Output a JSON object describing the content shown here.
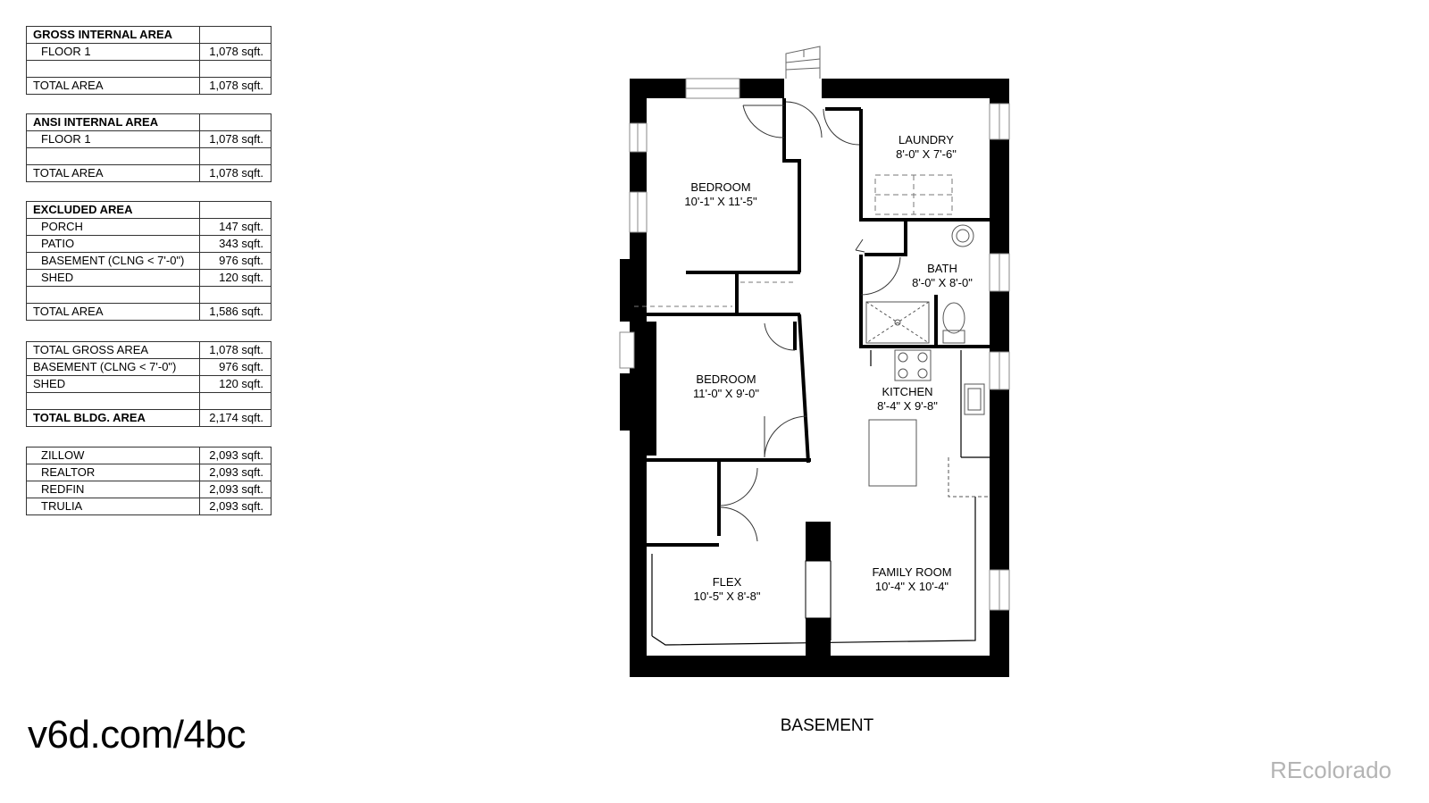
{
  "tables": {
    "gross": {
      "header": "GROSS INTERNAL AREA",
      "rows": [
        {
          "label": "FLOOR 1",
          "value": "1,078 sqft."
        },
        {
          "label": "TOTAL AREA",
          "value": "1,078 sqft."
        }
      ]
    },
    "ansi": {
      "header": "ANSI INTERNAL AREA",
      "rows": [
        {
          "label": "FLOOR 1",
          "value": "1,078 sqft."
        },
        {
          "label": "TOTAL AREA",
          "value": "1,078 sqft."
        }
      ]
    },
    "excluded": {
      "header": "EXCLUDED AREA",
      "rows": [
        {
          "label": "PORCH",
          "value": "147 sqft."
        },
        {
          "label": "PATIO",
          "value": "343 sqft."
        },
        {
          "label": "BASEMENT (CLNG < 7'-0\")",
          "value": "976 sqft."
        },
        {
          "label": "SHED",
          "value": "120  sqft."
        },
        {
          "label": "TOTAL AREA",
          "value": "1,586 sqft."
        }
      ]
    },
    "totals": {
      "rows": [
        {
          "label": "TOTAL GROSS AREA",
          "value": "1,078 sqft."
        },
        {
          "label": "BASEMENT (CLNG < 7'-0\")",
          "value": "976 sqft."
        },
        {
          "label": "SHED",
          "value": "120  sqft."
        },
        {
          "label": "TOTAL BLDG. AREA",
          "value": "2,174 sqft."
        }
      ]
    },
    "sources": {
      "rows": [
        {
          "label": "ZILLOW",
          "value": "2,093 sqft."
        },
        {
          "label": "REALTOR",
          "value": "2,093 sqft."
        },
        {
          "label": "REDFIN",
          "value": "2,093 sqft."
        },
        {
          "label": "TRULIA",
          "value": "2,093 sqft."
        }
      ]
    }
  },
  "rooms": {
    "bedroom1": {
      "name": "BEDROOM",
      "dims": "10'-1\" X 11'-5\""
    },
    "laundry": {
      "name": "LAUNDRY",
      "dims": "8'-0\" X 7'-6\""
    },
    "bath": {
      "name": "BATH",
      "dims": "8'-0\" X 8'-0\""
    },
    "bedroom2": {
      "name": "BEDROOM",
      "dims": "11'-0\" X 9'-0\""
    },
    "kitchen": {
      "name": "KITCHEN",
      "dims": "8'-4\" X 9'-8\""
    },
    "flex": {
      "name": "FLEX",
      "dims": "10'-5\" X 8'-8\""
    },
    "family": {
      "name": "FAMILY ROOM",
      "dims": "10'-4\" X 10'-4\""
    }
  },
  "floor_label": "BASEMENT",
  "shortlink": "v6d.com/4bc",
  "watermark": "REcolorado"
}
